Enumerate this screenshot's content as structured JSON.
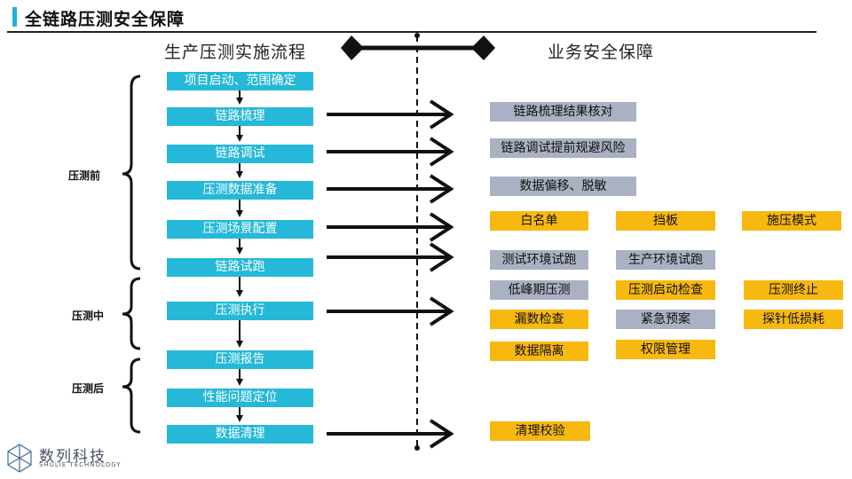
{
  "title": "全链路压测安全保障",
  "headers": {
    "left": "生产压测实施流程",
    "right": "业务安全保障"
  },
  "phases": [
    "压测前",
    "压测中",
    "压测后"
  ],
  "steps": [
    "项目启动、范围确定",
    "链路梳理",
    "链路调试",
    "压测数据准备",
    "压测场景配置",
    "链路试跑",
    "压测执行",
    "压测报告",
    "性能问题定位",
    "数据清理"
  ],
  "tags": [
    {
      "label": "链路梳理结果核对",
      "color": "gray"
    },
    {
      "label": "链路调试提前规避风险",
      "color": "gray"
    },
    {
      "label": "数据偏移、脱敏",
      "color": "gray"
    },
    {
      "label": "白名单",
      "color": "yellow"
    },
    {
      "label": "挡板",
      "color": "yellow"
    },
    {
      "label": "施压模式",
      "color": "yellow"
    },
    {
      "label": "测试环境试跑",
      "color": "gray"
    },
    {
      "label": "生产环境试跑",
      "color": "gray"
    },
    {
      "label": "低峰期压测",
      "color": "gray"
    },
    {
      "label": "压测启动检查",
      "color": "yellow"
    },
    {
      "label": "压测终止",
      "color": "yellow"
    },
    {
      "label": "漏数检查",
      "color": "yellow"
    },
    {
      "label": "紧急预案",
      "color": "gray"
    },
    {
      "label": "探针低损耗",
      "color": "yellow"
    },
    {
      "label": "数据隔离",
      "color": "yellow"
    },
    {
      "label": "权限管理",
      "color": "yellow"
    },
    {
      "label": "清理校验",
      "color": "yellow"
    }
  ],
  "logo": {
    "name": "数列科技",
    "sub": "SHULIE TECHNOLOGY"
  },
  "colors": {
    "step": "#25b8d8",
    "gray": "#a9b1c2",
    "yellow": "#f7b810",
    "accent": "#1fb3d6"
  }
}
